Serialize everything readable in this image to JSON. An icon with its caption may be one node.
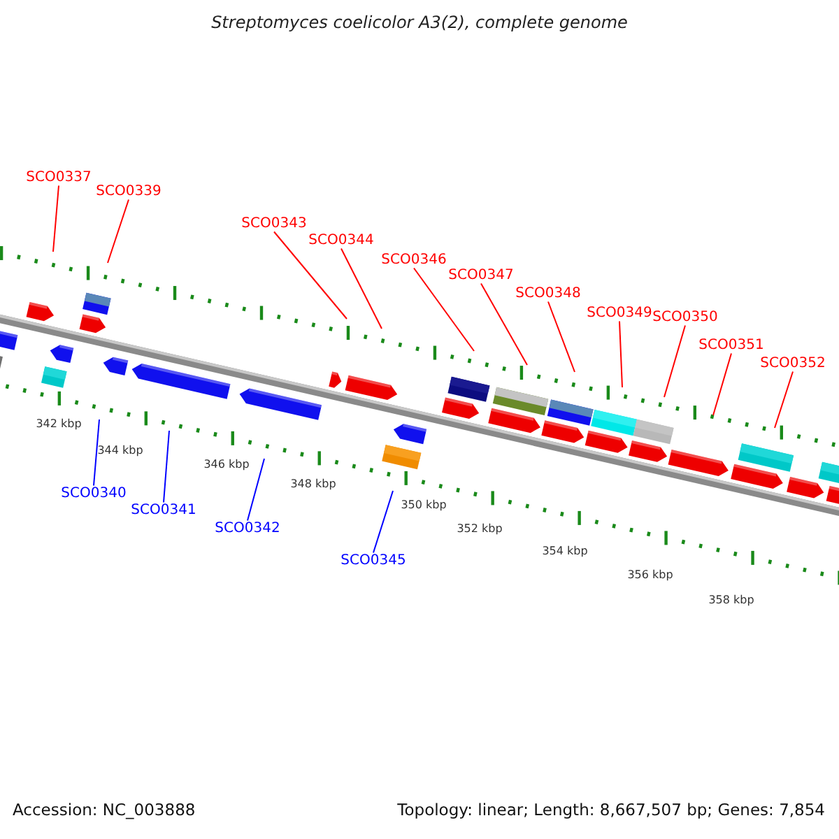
{
  "diagram": {
    "title": "Streptomyces coelicolor A3(2), complete genome",
    "nodes": [
      {
        "text": [
          "SCO0337"
        ]
      },
      {
        "text": [
          "SCO0339"
        ]
      },
      {
        "text": [
          "SCO0343"
        ]
      },
      {
        "text": [
          "SCO0344"
        ]
      },
      {
        "text": [
          "SCO0346"
        ]
      },
      {
        "text": [
          "SCO0347"
        ]
      },
      {
        "text": [
          "SCO0348"
        ]
      },
      {
        "text": [
          "SCO0349"
        ]
      },
      {
        "text": [
          "SCO0350"
        ]
      },
      {
        "text": [
          "SCO0351"
        ]
      },
      {
        "text": [
          "SCO0352"
        ]
      },
      {
        "text": [
          "SCO0340"
        ]
      },
      {
        "text": [
          "SCO0341"
        ]
      },
      {
        "text": [
          "SCO0342"
        ]
      },
      {
        "text": [
          "SCO0345"
        ]
      }
    ],
    "edges": [
      {
        "from": 0,
        "to": null,
        "arrow": "none"
      },
      {
        "from": 1,
        "to": null,
        "arrow": "none"
      },
      {
        "from": 2,
        "to": null,
        "arrow": "none"
      },
      {
        "from": 3,
        "to": null,
        "arrow": "none"
      },
      {
        "from": 4,
        "to": null,
        "arrow": "none"
      },
      {
        "from": 5,
        "to": null,
        "arrow": "none"
      },
      {
        "from": 6,
        "to": null,
        "arrow": "none"
      },
      {
        "from": 7,
        "to": null,
        "arrow": "none"
      },
      {
        "from": 8,
        "to": null,
        "arrow": "none"
      },
      {
        "from": 9,
        "to": null,
        "arrow": "none"
      },
      {
        "from": 10,
        "to": null,
        "arrow": "none"
      },
      {
        "from": 11,
        "to": null,
        "arrow": "none",
        "color": "#0000ff"
      },
      {
        "from": 12,
        "to": null,
        "arrow": "none",
        "color": "#0000ff"
      },
      {
        "from": 13,
        "to": null,
        "arrow": "none",
        "color": "#0000ff"
      },
      {
        "from": 14,
        "to": null,
        "arrow": "none",
        "color": "#0000ff"
      }
    ],
    "labels": [
      "342 kbp",
      "344 kbp",
      "346 kbp",
      "348 kbp",
      "350 kbp",
      "352 kbp",
      "354 kbp",
      "356 kbp",
      "358 kbp",
      "Accession: NC_003888",
      "Topology: linear; Length: 8,667,507 bp; Genes: 7,854"
    ]
  }
}
